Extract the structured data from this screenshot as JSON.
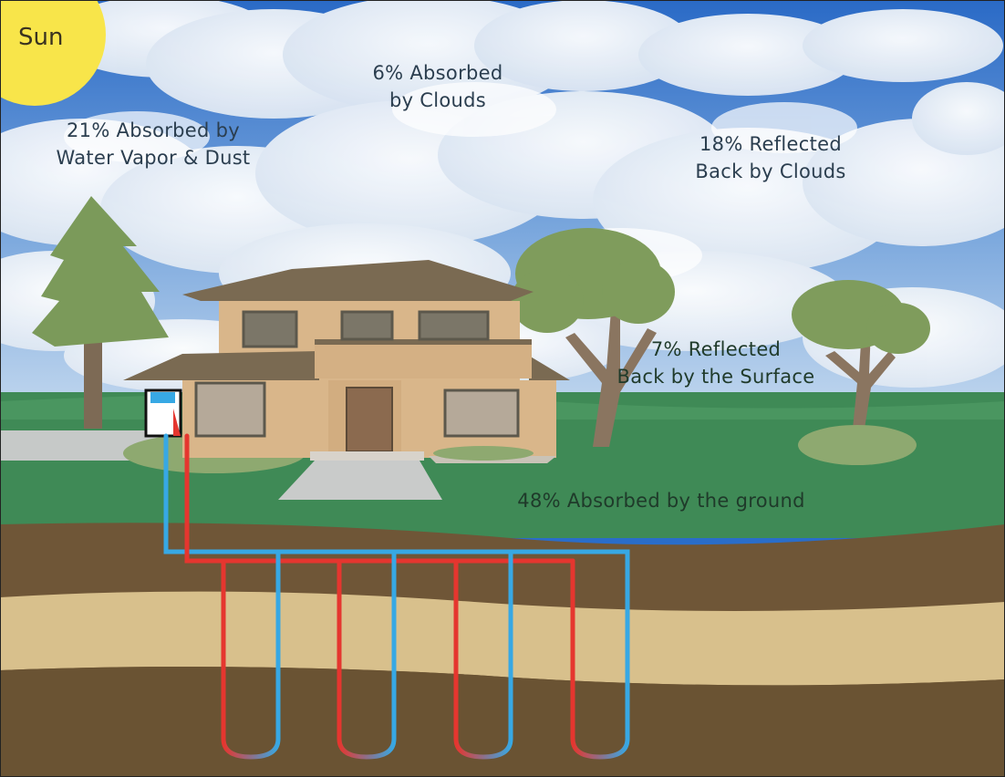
{
  "sun": {
    "label": "Sun"
  },
  "labels": {
    "water_vapor": "21% Absorbed by\nWater Vapor & Dust",
    "clouds_absorbed": "6% Absorbed\nby Clouds",
    "clouds_reflected": "18% Reflected\nBack by Clouds",
    "surface_reflected": "7% Reflected\nBack by the Surface",
    "ground_absorbed": "48% Absorbed by the ground"
  },
  "colors": {
    "sky_top": "#2a6dc9",
    "sky_bottom": "#b9d2ee",
    "sun": "#f8e54a",
    "lawn": "#3f8a56",
    "soil_dark": "#6f5637",
    "soil_light": "#d8c08c",
    "hot_pipe": "#e5362f",
    "cold_pipe": "#37a8e4",
    "house_wall": "#d9b68a",
    "roof": "#7a6a52"
  },
  "icons": [
    "sun-icon",
    "cloud-icon",
    "tree-icon",
    "house-icon",
    "heat-pump-icon",
    "pipe-loop-icon"
  ]
}
